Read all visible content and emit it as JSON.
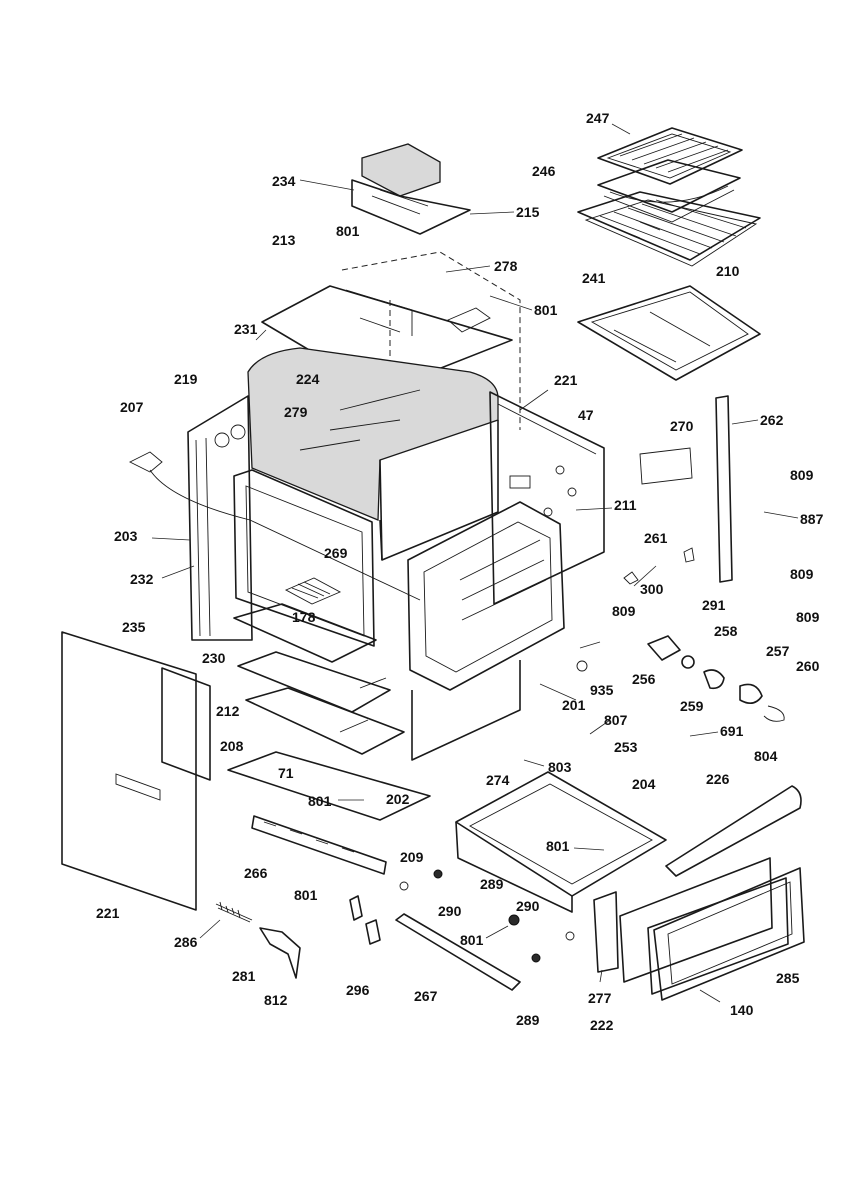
{
  "diagram": {
    "labels": [
      "247",
      "246",
      "234",
      "215",
      "801",
      "213",
      "278",
      "801",
      "241",
      "210",
      "231",
      "224",
      "279",
      "219",
      "207",
      "221",
      "47",
      "270",
      "262",
      "809",
      "887",
      "211",
      "261",
      "300",
      "809",
      "203",
      "269",
      "232",
      "178",
      "291",
      "809",
      "235",
      "258",
      "257",
      "809",
      "260",
      "230",
      "935",
      "256",
      "212",
      "201",
      "807",
      "259",
      "691",
      "208",
      "253",
      "804",
      "71",
      "274",
      "803",
      "204",
      "226",
      "801",
      "202",
      "801",
      "209",
      "266",
      "801",
      "289",
      "221",
      "290",
      "290",
      "801",
      "286",
      "281",
      "296",
      "267",
      "289",
      "812",
      "277",
      "222",
      "285",
      "140"
    ]
  }
}
